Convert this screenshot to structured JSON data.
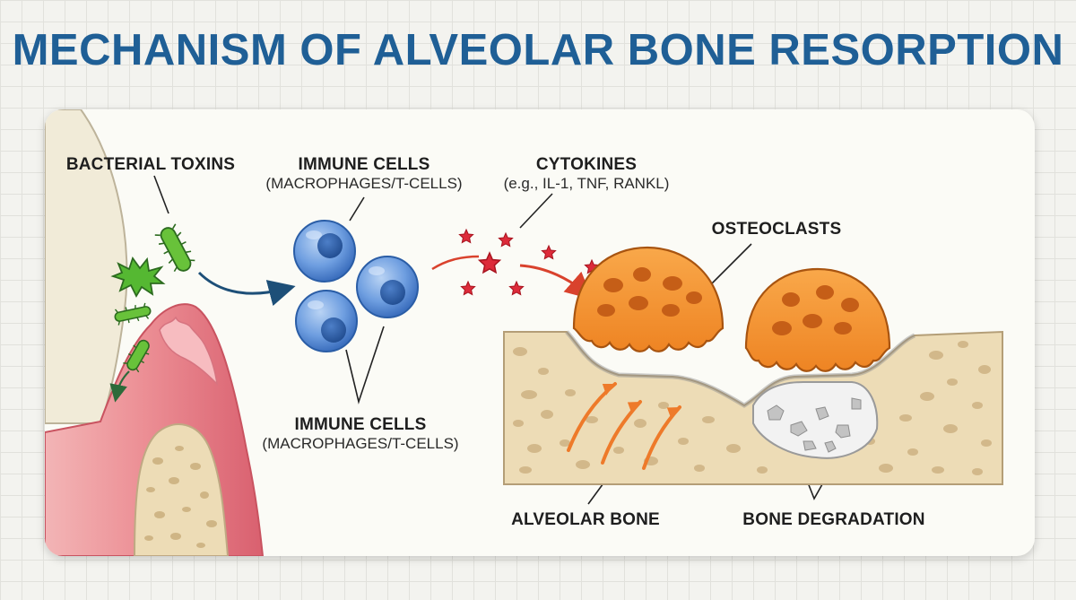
{
  "title": "MECHANISM OF ALVEOLAR BONE RESORPTION",
  "labels": {
    "bacterial_toxins": "BACTERIAL TOXINS",
    "immune_cells_top": {
      "heading": "IMMUNE CELLS",
      "sub": "(MACROPHAGES/T-CELLS)"
    },
    "cytokines": {
      "heading": "CYTOKINES",
      "sub": "(e.g., IL-1, TNF, RANKL)"
    },
    "osteoclasts": "OSTEOCLASTS",
    "immune_cells_bottom": {
      "heading": "IMMUNE CELLS",
      "sub": "(MACROPHAGES/T-CELLS)"
    },
    "alveolar_bone": "ALVEOLAR BONE",
    "bone_degradation": "BONE DEGRADATION"
  },
  "colors": {
    "title": "#1f5f96",
    "bacteria": "#4fb82f",
    "immune_cell": "#5a8fd8",
    "cytokine": "#dd2b3a",
    "osteoclast": "#f4952e",
    "bone": "#eddcb6",
    "gum": "#ec8f95"
  }
}
